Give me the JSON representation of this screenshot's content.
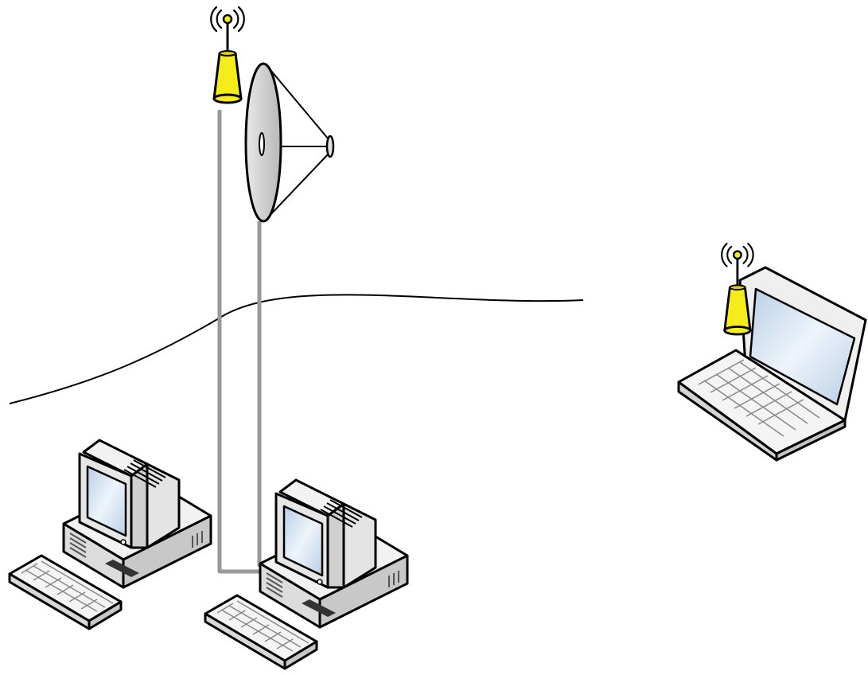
{
  "diagram": {
    "nodes": [
      {
        "id": "mast-antenna",
        "icon": "antenna-icon",
        "color": "#f5ec1c"
      },
      {
        "id": "parabolic-dish",
        "icon": "satellite-dish-icon"
      },
      {
        "id": "workstation-left",
        "icon": "desktop-computer-icon"
      },
      {
        "id": "workstation-right",
        "icon": "desktop-computer-icon"
      },
      {
        "id": "laptop-remote",
        "icon": "laptop-icon"
      },
      {
        "id": "laptop-antenna",
        "icon": "antenna-icon",
        "color": "#f5ec1c"
      }
    ],
    "links": [
      {
        "from": "mast-antenna",
        "to": "workstation-right",
        "style": "cable",
        "color": "#999999"
      },
      {
        "from": "parabolic-dish",
        "to": "workstation-right",
        "style": "cable",
        "color": "#999999"
      }
    ],
    "terrain": "horizon-line",
    "colors": {
      "antenna": "#f5ec1c",
      "screen": "#d8e6f3",
      "case": "#f0f0f0",
      "cable": "#999999",
      "outline": "#000000"
    }
  }
}
